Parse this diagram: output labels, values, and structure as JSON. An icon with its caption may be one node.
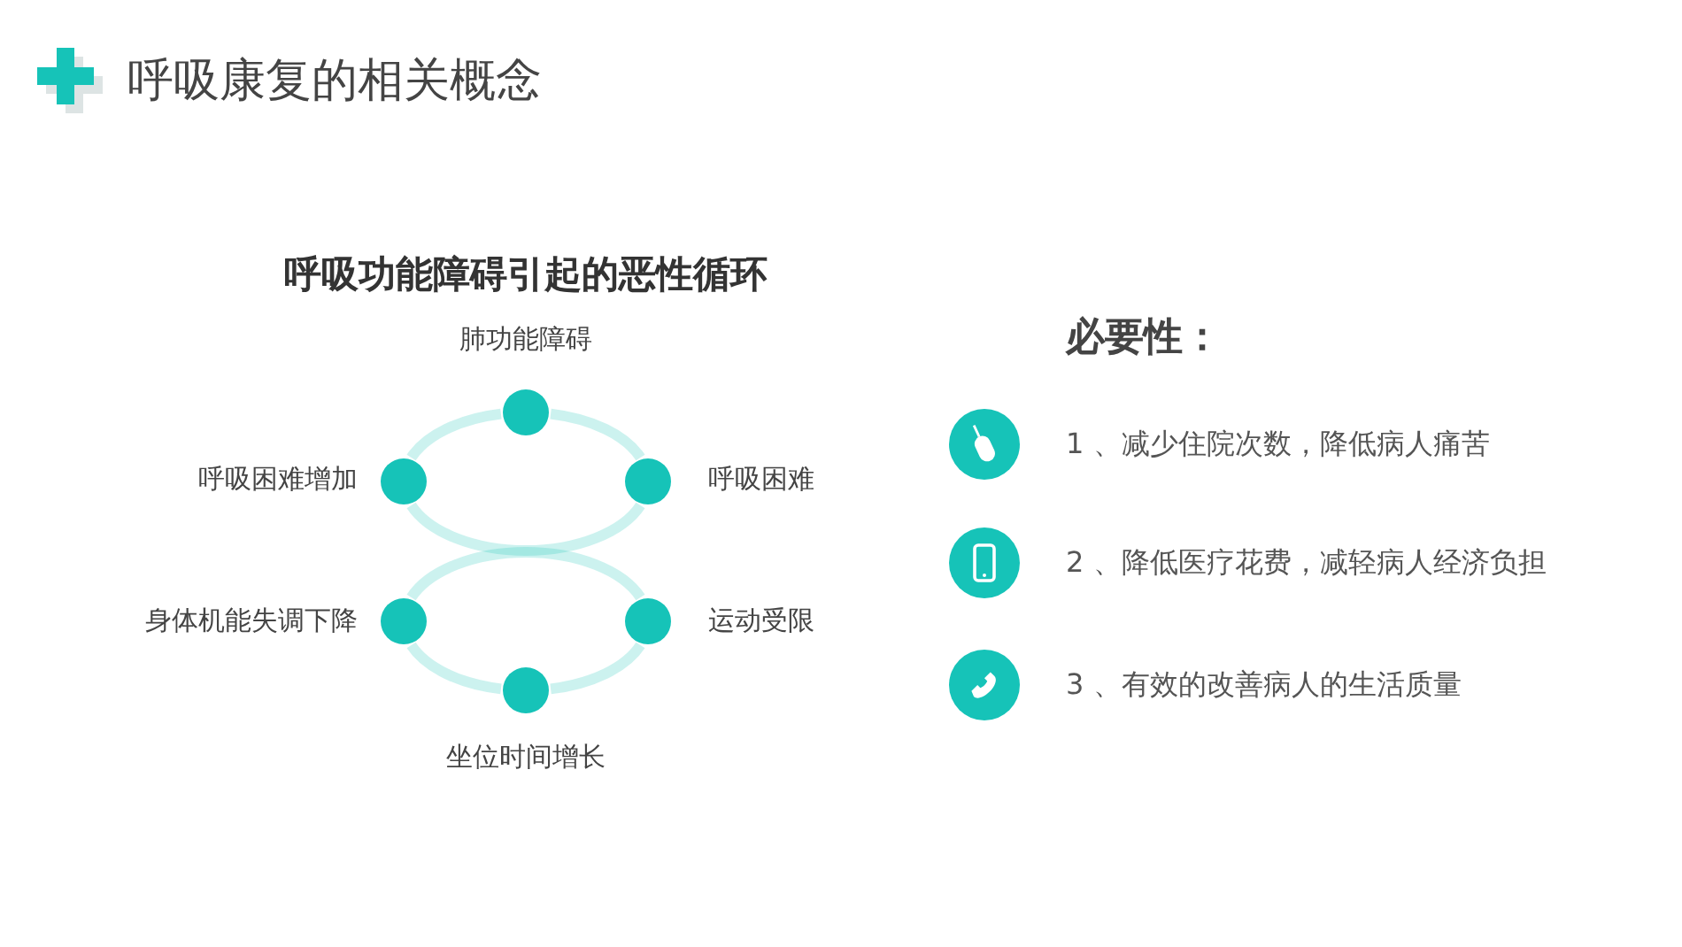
{
  "diagram": {
    "title": "呼吸康复的相关概念",
    "nodes": [
      {
        "text": [],
        "shape": "circle",
        "beside": [
          "肺功能障碍"
        ]
      },
      {
        "text": [],
        "shape": "circle",
        "beside": [
          "呼吸困难增加"
        ]
      },
      {
        "text": [],
        "shape": "circle",
        "beside": [
          "呼吸困难"
        ]
      },
      {
        "text": [],
        "shape": "circle",
        "beside": [
          "身体机能失调下降"
        ]
      },
      {
        "text": [],
        "shape": "circle",
        "beside": [
          "运动受限"
        ]
      },
      {
        "text": [],
        "shape": "circle",
        "beside": [
          "坐位时间增长"
        ]
      }
    ],
    "edges": [
      {
        "from": 0,
        "to": 2,
        "arrow": "none"
      },
      {
        "from": 2,
        "to": 1,
        "arrow": "none"
      },
      {
        "from": 1,
        "to": 0,
        "arrow": "none"
      },
      {
        "from": 3,
        "to": 4,
        "arrow": "none"
      },
      {
        "from": 4,
        "to": 5,
        "arrow": "none"
      },
      {
        "from": 5,
        "to": 3,
        "arrow": "none"
      }
    ],
    "labels": [
      "呼吸功能障碍引起的恶性循环",
      "必要性：",
      "1 、减少住院次数，降低病人痛苦",
      "2 、降低医疗花费，减轻病人经济负担",
      "3 、有效的改善病人的生活质量"
    ]
  }
}
